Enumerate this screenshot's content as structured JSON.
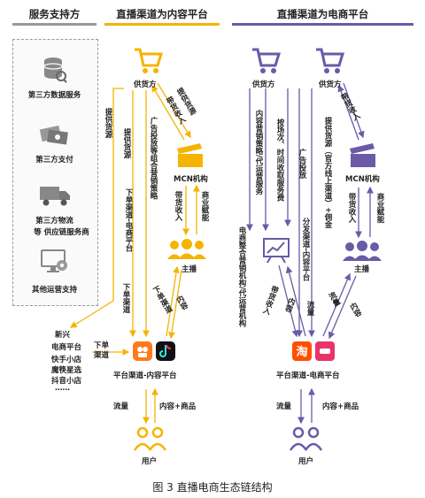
{
  "headers": {
    "service": "服务支持方",
    "content_platform": "直播渠道为内容平台",
    "ecommerce_platform": "直播渠道为电商平台"
  },
  "colors": {
    "gray": "#999999",
    "yellow": "#f5b400",
    "purple": "#6a5aa8"
  },
  "services": [
    "第三方数据服务",
    "第三方支付",
    "第三方物流",
    "等 供应链服务商",
    "其他运营支持"
  ],
  "left": {
    "supplier": "供货方",
    "mcn": "MCN机构",
    "anchor": "主播",
    "platform": "平台渠道-内容平台",
    "user": "用户",
    "labels": {
      "provide_supply_outer": "提供货源",
      "provide_supply": "提供货源",
      "ad_strategy": "广告投放等组合营销策略",
      "order_ecommerce": "下单渠道-电商平台",
      "order_channel_short": "下单渠道",
      "provide_supply_mcn": "提供货源",
      "delivery_income": "带货收入",
      "commercial_empower": "商业赋能",
      "anchor_delivery_income": "带货收入",
      "content_up": "内容",
      "order_down": "下单渠道",
      "flow": "流量",
      "content_goods": "内容+商品",
      "order_channel_left": "下单渠道"
    },
    "emerging": [
      "新兴",
      "电商平台",
      "快手小店",
      "魔筷星选",
      "抖音小店",
      "……"
    ]
  },
  "right": {
    "supplier1": "供货方",
    "supplier2": "供货方",
    "mcn": "MCN机构",
    "anchor": "主播",
    "platform": "平台渠道-电商平台",
    "user": "用户",
    "labels": {
      "content_service": "内容营销策略/代运营服务",
      "pay_by_time": "按场次、时间收取服务费",
      "ad_placement": "广告投放",
      "distribute_content": "分发渠道-内容平台",
      "provide_supply_official": "提供货源（官方线上渠道）+佣金",
      "delivery_income": "带货收入",
      "commercial_empower": "商业赋能",
      "anchor_delivery_income": "带货收入",
      "ecom_agency": "电商整合营销机构/代运营机构",
      "delivery_income_left": "带货收入",
      "content_left": "内容",
      "flow_mid": "流量",
      "flow_right": "流量",
      "content_right": "内容",
      "flow": "流量",
      "content_goods": "内容+商品"
    }
  },
  "caption": "图 3  直播电商生态链结构"
}
